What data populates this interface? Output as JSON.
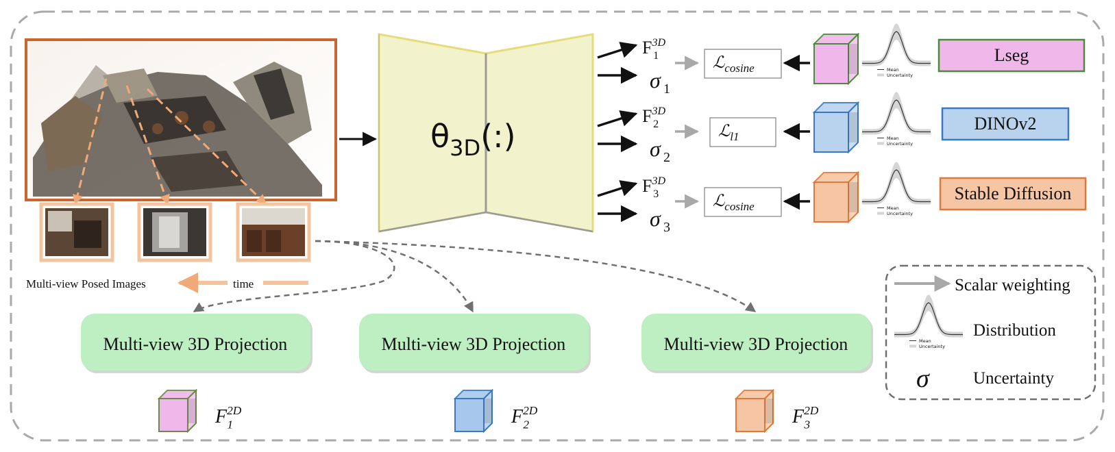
{
  "encoder": {
    "label": "θ",
    "subscript": "3D",
    "suffix": "(:)"
  },
  "heads": [
    {
      "feature": {
        "base": "F",
        "sub": "1",
        "sup": "3D"
      },
      "sigma": {
        "base": "σ",
        "sub": "1"
      },
      "loss": {
        "base": "ℒ",
        "sub": "cosine"
      },
      "teacher": "Lseg",
      "color": "#f0b8ea",
      "edge": "#4a8a3a"
    },
    {
      "feature": {
        "base": "F",
        "sub": "2",
        "sup": "3D"
      },
      "sigma": {
        "base": "σ",
        "sub": "2"
      },
      "loss": {
        "base": "ℒ",
        "sub": "l1"
      },
      "teacher": "DINOv2",
      "color": "#b9d3ef",
      "edge": "#3b78c4"
    },
    {
      "feature": {
        "base": "F",
        "sub": "3",
        "sup": "3D"
      },
      "sigma": {
        "base": "σ",
        "sub": "3"
      },
      "loss": {
        "base": "ℒ",
        "sub": "cosine"
      },
      "teacher": "Stable Diffusion",
      "color": "#f6c6a4",
      "edge": "#e0783a"
    }
  ],
  "distribution_legend": {
    "mean": "Mean",
    "uncertainty": "Uncertainty"
  },
  "posed_images": {
    "caption": "Multi-view Posed Images",
    "time_label": "time"
  },
  "projections": [
    {
      "label": "Multi-view 3D Projection",
      "feature": {
        "base": "F",
        "sub": "1",
        "sup": "2D"
      },
      "color": "#f0b8ea",
      "edge": "#6b8a4a"
    },
    {
      "label": "Multi-view 3D Projection",
      "feature": {
        "base": "F",
        "sub": "2",
        "sup": "2D"
      },
      "color": "#a7c8ec",
      "edge": "#3b78c4"
    },
    {
      "label": "Multi-view 3D Projection",
      "feature": {
        "base": "F",
        "sub": "3",
        "sup": "2D"
      },
      "color": "#f6c6a4",
      "edge": "#e0783a"
    }
  ],
  "legend": {
    "scalar_weighting": "Scalar weighting",
    "distribution": "Distribution",
    "uncertainty_symbol": "σ",
    "uncertainty": "Uncertainty"
  },
  "colors": {
    "scene_frame": "#c8662e",
    "thumb_frame": "#f4c49e",
    "orange_dash": "#f0a978",
    "encoder_fill": "#f2f2cd",
    "encoder_edge": "#e6dc7a",
    "projection_fill": "#bdefc2",
    "gray_arrow": "#a8a8a8",
    "dash_gray": "#7a7a7a"
  }
}
